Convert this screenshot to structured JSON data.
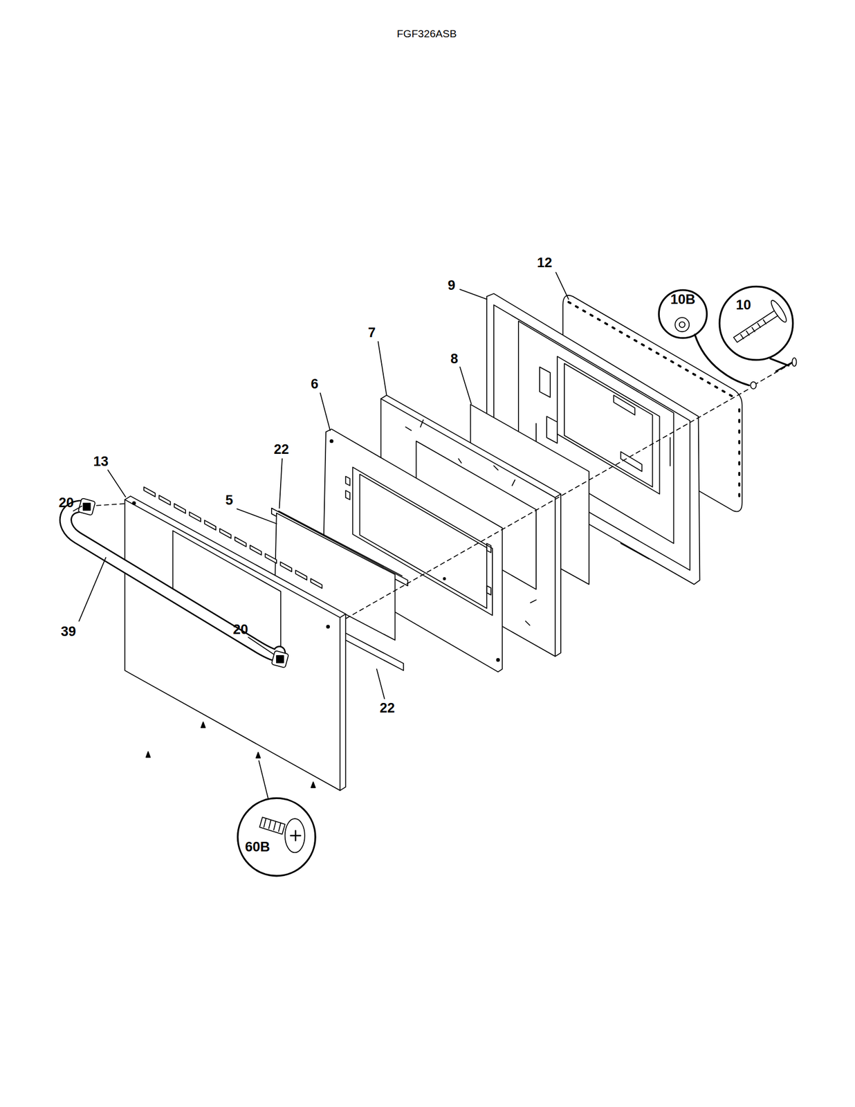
{
  "diagram": {
    "title": "FGF326ASB",
    "labels": [
      "12",
      "9",
      "10B",
      "10",
      "7",
      "8",
      "6",
      "22",
      "13",
      "20",
      "5",
      "39",
      "20",
      "22",
      "60B"
    ]
  }
}
